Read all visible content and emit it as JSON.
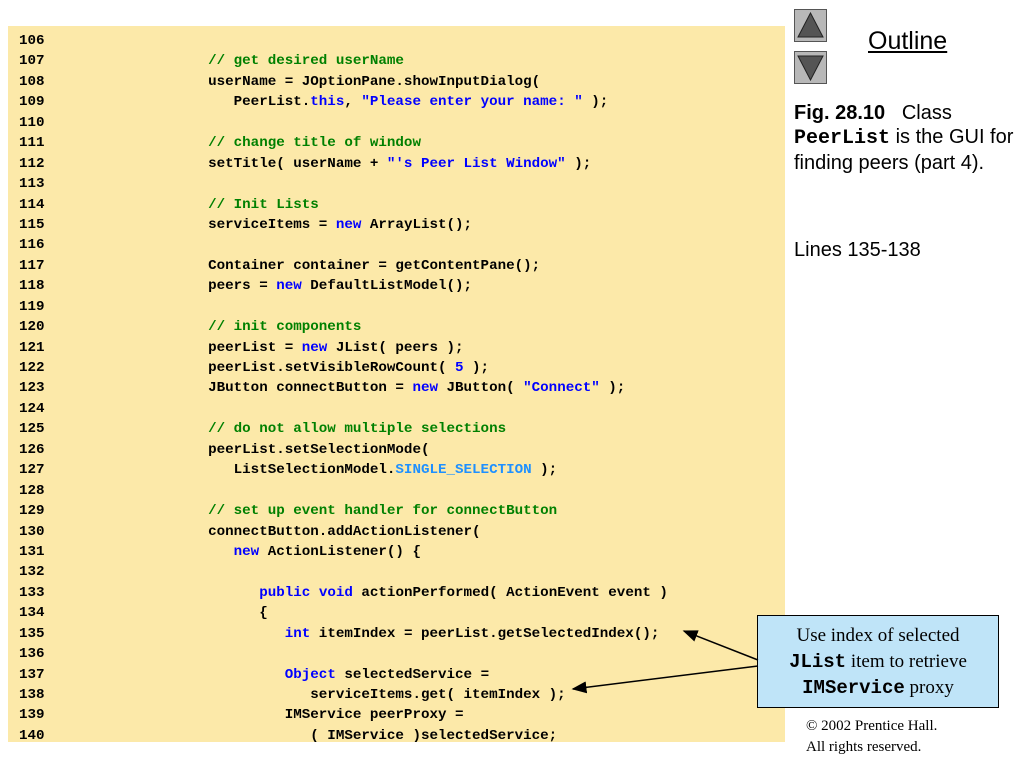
{
  "code_lines": [
    {
      "num": "106",
      "tokens": []
    },
    {
      "num": "107",
      "tokens": [
        [
          "cm",
          "        // get desired userName"
        ]
      ]
    },
    {
      "num": "108",
      "tokens": [
        [
          "pl",
          "        userName = JOptionPane.showInputDialog("
        ]
      ]
    },
    {
      "num": "109",
      "tokens": [
        [
          "pl",
          "           PeerList."
        ],
        [
          "kw",
          "this"
        ],
        [
          "pl",
          ", "
        ],
        [
          "str",
          "\"Please enter your name: \""
        ],
        [
          "pl",
          " );"
        ]
      ]
    },
    {
      "num": "110",
      "tokens": []
    },
    {
      "num": "111",
      "tokens": [
        [
          "cm",
          "        // change title of window"
        ]
      ]
    },
    {
      "num": "112",
      "tokens": [
        [
          "pl",
          "        setTitle( userName + "
        ],
        [
          "str",
          "\"'s Peer List Window\""
        ],
        [
          "pl",
          " );"
        ]
      ]
    },
    {
      "num": "113",
      "tokens": []
    },
    {
      "num": "114",
      "tokens": [
        [
          "cm",
          "        // Init Lists"
        ]
      ]
    },
    {
      "num": "115",
      "tokens": [
        [
          "pl",
          "        serviceItems = "
        ],
        [
          "kw",
          "new"
        ],
        [
          "pl",
          " ArrayList();"
        ]
      ]
    },
    {
      "num": "116",
      "tokens": []
    },
    {
      "num": "117",
      "tokens": [
        [
          "pl",
          "        Container container = getContentPane();"
        ]
      ]
    },
    {
      "num": "118",
      "tokens": [
        [
          "pl",
          "        peers = "
        ],
        [
          "kw",
          "new"
        ],
        [
          "pl",
          " DefaultListModel();"
        ]
      ]
    },
    {
      "num": "119",
      "tokens": []
    },
    {
      "num": "120",
      "tokens": [
        [
          "cm",
          "        // init components"
        ]
      ]
    },
    {
      "num": "121",
      "tokens": [
        [
          "pl",
          "        peerList = "
        ],
        [
          "kw",
          "new"
        ],
        [
          "pl",
          " JList( peers );"
        ]
      ]
    },
    {
      "num": "122",
      "tokens": [
        [
          "pl",
          "        peerList.setVisibleRowCount( "
        ],
        [
          "str",
          "5"
        ],
        [
          "pl",
          " );"
        ]
      ]
    },
    {
      "num": "123",
      "tokens": [
        [
          "pl",
          "        JButton connectButton = "
        ],
        [
          "kw",
          "new"
        ],
        [
          "pl",
          " JButton( "
        ],
        [
          "str",
          "\"Connect\""
        ],
        [
          "pl",
          " );"
        ]
      ]
    },
    {
      "num": "124",
      "tokens": []
    },
    {
      "num": "125",
      "tokens": [
        [
          "cm",
          "        // do not allow multiple selections"
        ]
      ]
    },
    {
      "num": "126",
      "tokens": [
        [
          "pl",
          "        peerList.setSelectionMode("
        ]
      ]
    },
    {
      "num": "127",
      "tokens": [
        [
          "pl",
          "           ListSelectionModel."
        ],
        [
          "const",
          "SINGLE_SELECTION"
        ],
        [
          "pl",
          " );"
        ]
      ]
    },
    {
      "num": "128",
      "tokens": []
    },
    {
      "num": "129",
      "tokens": [
        [
          "cm",
          "        // set up event handler for connectButton"
        ]
      ]
    },
    {
      "num": "130",
      "tokens": [
        [
          "pl",
          "        connectButton.addActionListener("
        ]
      ]
    },
    {
      "num": "131",
      "tokens": [
        [
          "pl",
          "           "
        ],
        [
          "kw",
          "new"
        ],
        [
          "pl",
          " ActionListener() {"
        ]
      ]
    },
    {
      "num": "132",
      "tokens": []
    },
    {
      "num": "133",
      "tokens": [
        [
          "pl",
          "              "
        ],
        [
          "kw",
          "public"
        ],
        [
          "pl",
          " "
        ],
        [
          "kw",
          "void"
        ],
        [
          "pl",
          " actionPerformed( ActionEvent event )"
        ]
      ]
    },
    {
      "num": "134",
      "tokens": [
        [
          "pl",
          "              {"
        ]
      ]
    },
    {
      "num": "135",
      "tokens": [
        [
          "pl",
          "                 "
        ],
        [
          "kw",
          "int"
        ],
        [
          "pl",
          " itemIndex = peerList.getSelectedIndex();"
        ]
      ]
    },
    {
      "num": "136",
      "tokens": []
    },
    {
      "num": "137",
      "tokens": [
        [
          "pl",
          "                 "
        ],
        [
          "kw",
          "Object"
        ],
        [
          "pl",
          " selectedService ="
        ]
      ]
    },
    {
      "num": "138",
      "tokens": [
        [
          "pl",
          "                    serviceItems.get( itemIndex );"
        ]
      ]
    },
    {
      "num": "139",
      "tokens": [
        [
          "pl",
          "                 IMService peerProxy ="
        ]
      ]
    },
    {
      "num": "140",
      "tokens": [
        [
          "pl",
          "                    ( IMService )selectedService;"
        ]
      ]
    }
  ],
  "nav": {
    "up_icon": "triangle-up-icon",
    "down_icon": "triangle-down-icon"
  },
  "outline_label": "Outline",
  "caption": {
    "fig_num": "Fig. 28.10",
    "class_word": "Class",
    "class_name": "PeerList",
    "rest": "is the GUI for finding peers (part 4)."
  },
  "lines_ref": "Lines 135-138",
  "callout": {
    "part1": "Use index of selected",
    "mono1": "JList",
    "part2": "item to retrieve",
    "mono2": "IMService",
    "part3": "proxy"
  },
  "copyright": {
    "line1": "© 2002 Prentice Hall.",
    "line2": "All rights reserved."
  },
  "colors": {
    "code_background": "#fce9a9",
    "keyword": "#0000ff",
    "comment": "#008000",
    "string": "#0000ff",
    "constant": "#1e90ff",
    "callout_background": "#bfe4f8",
    "nav_button": "#b8b8b8"
  }
}
